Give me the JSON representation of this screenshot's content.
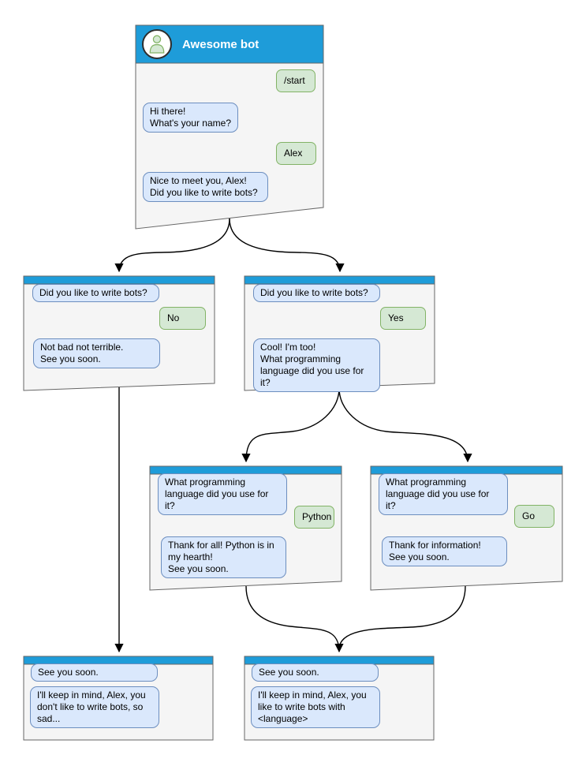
{
  "colors": {
    "header_blue": "#1e9cd9",
    "win_bg": "#f5f5f5",
    "win_border": "#666666",
    "bot_bg": "#dae8fc",
    "bot_border": "#6c8ebf",
    "user_bg": "#d5e8d4",
    "user_border": "#82b366"
  },
  "main": {
    "title": "Awesome bot",
    "avatar_icon": "person-icon",
    "msg_start": "/start",
    "msg_hi": "Hi there!\nWhat's your name?",
    "msg_alex": "Alex",
    "msg_nice": "Nice to meet you, Alex!\nDid you like to write bots?"
  },
  "branch_no": {
    "msg_question": "Did you like to write bots?",
    "msg_answer": "No",
    "msg_reply": "Not bad not terrible.\nSee you soon."
  },
  "branch_yes": {
    "msg_question": "Did you like to write bots?",
    "msg_answer": "Yes",
    "msg_reply": "Cool! I'm too!\nWhat programming\nlanguage did you use for it?"
  },
  "branch_python": {
    "msg_question": "What programming\nlanguage did you use for it?",
    "msg_answer": "Python",
    "msg_reply": "Thank for all! Python is in\nmy hearth!\nSee you soon."
  },
  "branch_go": {
    "msg_question": "What programming\nlanguage did you use for it?",
    "msg_answer": "Go",
    "msg_reply": "Thank for information!\nSee you soon."
  },
  "end_no": {
    "msg_see": "See you soon.",
    "msg_keep": "I'll keep in mind, Alex, you\ndon't like to write bots, so\nsad..."
  },
  "end_yes": {
    "msg_see": "See you soon.",
    "msg_keep": "I'll keep in mind, Alex, you\nlike to write bots with\n<language>"
  }
}
